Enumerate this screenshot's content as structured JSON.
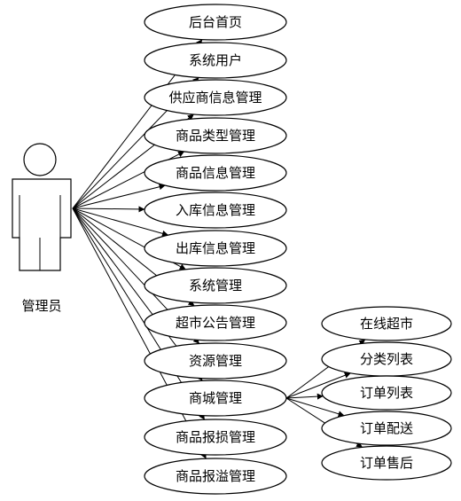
{
  "actor": {
    "label": "管理员",
    "icon": "stick-figure-icon"
  },
  "use_cases": [
    {
      "label": "后台首页"
    },
    {
      "label": "系统用户"
    },
    {
      "label": "供应商信息管理"
    },
    {
      "label": "商品类型管理"
    },
    {
      "label": "商品信息管理"
    },
    {
      "label": "入库信息管理"
    },
    {
      "label": "出库信息管理"
    },
    {
      "label": "系统管理"
    },
    {
      "label": "超市公告管理"
    },
    {
      "label": "资源管理"
    },
    {
      "label": "商城管理"
    },
    {
      "label": "商品报损管理"
    },
    {
      "label": "商品报溢管理"
    }
  ],
  "sub_use_cases": {
    "parent": "商城管理",
    "items": [
      {
        "label": "在线超市"
      },
      {
        "label": "分类列表"
      },
      {
        "label": "订单列表"
      },
      {
        "label": "订单配送"
      },
      {
        "label": "订单售后"
      }
    ]
  },
  "colors": {
    "stroke": "#000000",
    "fill": "#ffffff"
  }
}
